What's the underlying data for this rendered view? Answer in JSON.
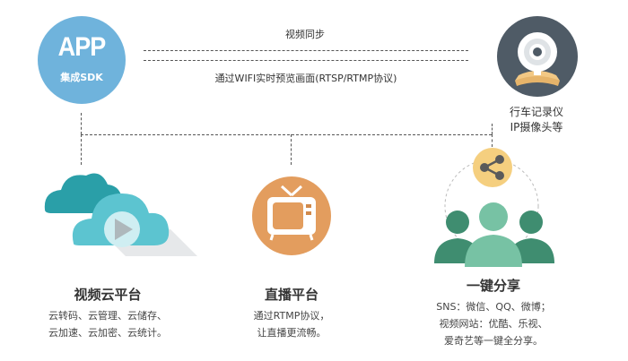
{
  "app": {
    "title": "APP",
    "subtitle": "集成SDK"
  },
  "device": {
    "caption_line1": "行车记录仪",
    "caption_line2": "IP摄像头等"
  },
  "links": {
    "sync": "视频同步",
    "wifi": "通过WIFI实时预览画面(RTSP/RTMP协议)"
  },
  "cloud": {
    "title": "视频云平台",
    "line1": "云转码、云管理、云储存、",
    "line2": "云加速、云加密、云统计。"
  },
  "live": {
    "title": "直播平台",
    "line1": "通过RTMP协议，",
    "line2": "让直播更流畅。"
  },
  "share": {
    "title": "一键分享",
    "line1": "SNS：微信、QQ、微博；",
    "line2": "视频网站：优酷、乐视、",
    "line3": "爱奇艺等一键全分享。"
  },
  "colors": {
    "app_blue": "#6fb3dc",
    "camera_dark": "#4f5b66",
    "cloud_teal": "#2a9fa8",
    "cloud_light": "#5cc4d0",
    "tv_orange": "#e39d5e",
    "share_yellow": "#f5cf7f",
    "people_green": "#5aa889"
  },
  "icons": [
    "app-badge",
    "webcam-icon",
    "cloud-play-icon",
    "tv-icon",
    "share-icon",
    "people-group-icon"
  ]
}
